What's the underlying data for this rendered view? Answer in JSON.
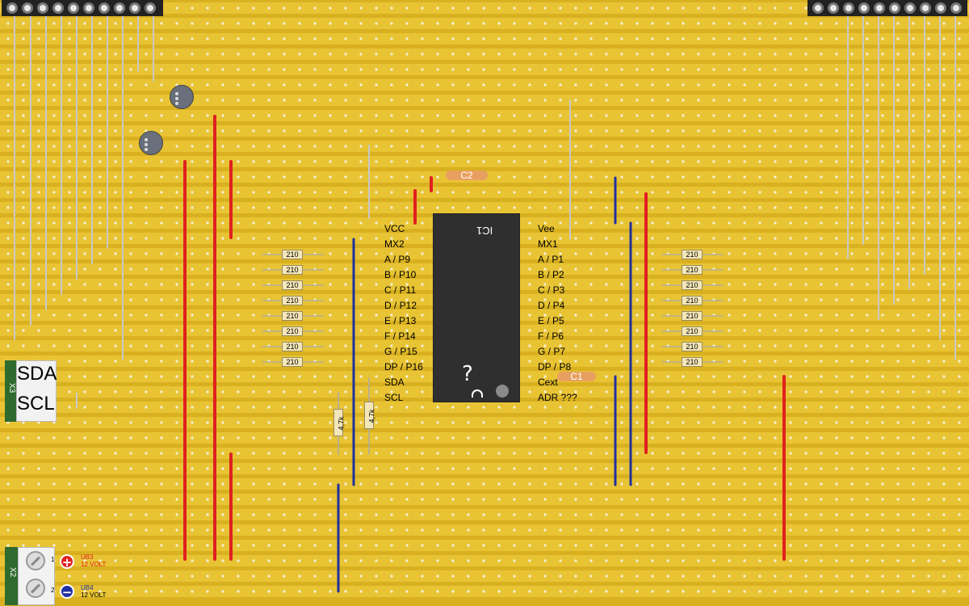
{
  "ic": {
    "name": "IC1",
    "left_pins": [
      "VCC",
      "MX2",
      "A / P9",
      "B / P10",
      "C / P11",
      "D / P12",
      "E / P13",
      "F / P14",
      "G / P15",
      "DP / P16",
      "SDA",
      "SCL"
    ],
    "right_pins": [
      "Vee",
      "MX1",
      "A / P1",
      "B / P2",
      "C / P3",
      "D / P4",
      "E / P5",
      "F / P6",
      "G / P7",
      "DP / P8",
      "Cext",
      "ADR   ???"
    ]
  },
  "resistor_value": "210",
  "pullup_value": "4,7k",
  "capacitors": {
    "c1": "C1",
    "c2": "C2"
  },
  "i2c_terminal": {
    "id": "X3",
    "sda": "SDA",
    "scl": "SCL"
  },
  "power_terminal": {
    "id": "X2",
    "pin1": "1",
    "pin2": "2",
    "plus_label": "UB3",
    "plus_volt": "12 VOLT",
    "minus_label": "UB4",
    "minus_volt": "12 VOLT"
  },
  "colors": {
    "board": "#d8b020",
    "copper_strip": "#e8c435",
    "hole": "#f4f0d8",
    "red_wire": "#e02020",
    "blue_wire": "#2030a0",
    "grey_wire": "#c8c8c8"
  }
}
